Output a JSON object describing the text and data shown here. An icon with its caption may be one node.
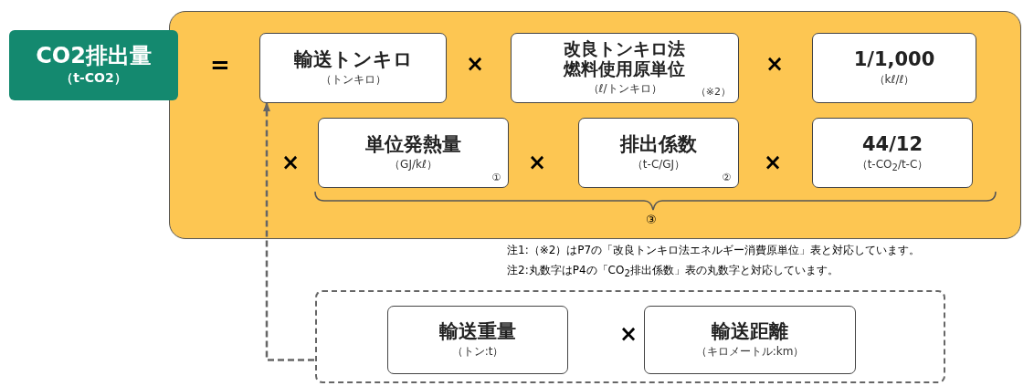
{
  "diagram": {
    "nodes": [
      {
        "text": [],
        "shape": "box"
      },
      {
        "text": [
          "CO2排出量",
          "（t-CO2）"
        ]
      },
      {
        "text": [
          "輸送トンキロ",
          "（トンキロ）"
        ],
        "in": 0
      },
      {
        "text": [
          "改良トンキロ法燃料使用原単位",
          "（ℓ/トンキロ）",
          "（※2）"
        ],
        "in": 0
      },
      {
        "text": [
          "1/1,000",
          "（kℓ/ℓ）"
        ],
        "in": 0
      },
      {
        "text": [
          "単位発熱量",
          "（GJ/kℓ）",
          "①"
        ],
        "in": 0
      },
      {
        "text": [
          "排出係数",
          "（t-C/GJ）",
          "②"
        ],
        "in": 0
      },
      {
        "text": [
          "44/12",
          "（t-CO$_{2}$/t-C）"
        ],
        "in": 0
      },
      {
        "text": [],
        "shape": "box"
      },
      {
        "text": [
          "輸送重量",
          "（トン:t）"
        ],
        "in": 8
      },
      {
        "text": [
          "輸送距離",
          "（キロメートル:km）"
        ],
        "in": 8
      }
    ],
    "edges": [
      {
        "from": 8,
        "to": 2,
        "arrow": "to",
        "style": "dashed"
      }
    ],
    "labels": [
      "=",
      "×",
      "×",
      "×",
      "×",
      "×",
      "③",
      "注1:（※2）はP7の「改良トンキロ法エネルギー消費原単位」表と対応しています。",
      "注2:丸数字はP4の「CO$_{2}$排出係数」表の丸数字と対応しています。",
      "×"
    ]
  }
}
